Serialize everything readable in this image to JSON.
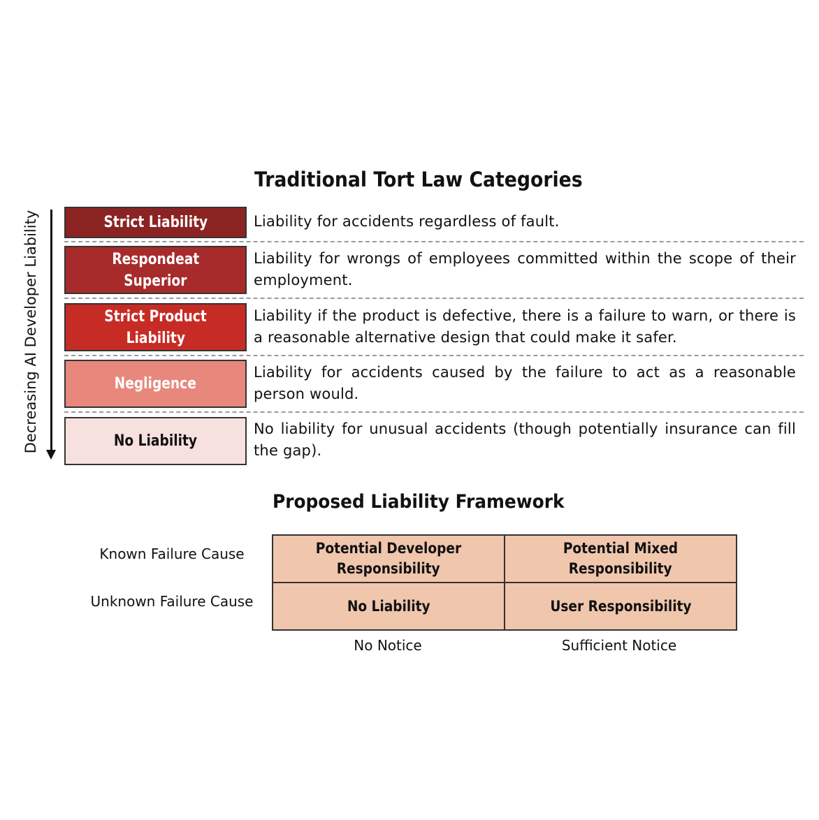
{
  "top": {
    "title": "Traditional Tort Law Categories",
    "axis_label": "Decreasing AI Developer Liability",
    "categories": [
      {
        "name_lines": [
          "Strict Liability"
        ],
        "description": "Liability for accidents regardless of fault.",
        "color": "#8b2323",
        "text_color": "#ffffff"
      },
      {
        "name_lines": [
          "Respondeat",
          "Superior"
        ],
        "description": "Liability for wrongs of employees committed within the scope of their employment.",
        "color": "#a82b2b",
        "text_color": "#ffffff"
      },
      {
        "name_lines": [
          "Strict Product",
          "Liability"
        ],
        "description": "Liability if the product is defective, there is a failure to warn, or there is a reasonable alternative design that could make it safer.",
        "color": "#c72b25",
        "text_color": "#ffffff"
      },
      {
        "name_lines": [
          "Negligence"
        ],
        "description": "Liability for accidents caused by the failure to act as a reasonable person would.",
        "color": "#e8877c",
        "text_color": "#ffffff"
      },
      {
        "name_lines": [
          "No Liability"
        ],
        "description": "No liability for unusual accidents (though potentially insurance can fill the gap).",
        "color": "#f7e1de",
        "text_color": "#111111"
      }
    ]
  },
  "framework": {
    "title": "Proposed Liability Framework",
    "row_labels": [
      "Known Failure Cause",
      "Unknown Failure Cause"
    ],
    "col_labels": [
      "No Notice",
      "Sufficient Notice"
    ],
    "cells": [
      [
        {
          "lines": [
            "Potential Developer",
            "Responsibility"
          ]
        },
        {
          "lines": [
            "Potential Mixed",
            "Responsibility"
          ]
        }
      ],
      [
        {
          "lines": [
            "No Liability"
          ]
        },
        {
          "lines": [
            "User Responsibility"
          ]
        }
      ]
    ],
    "cell_color": "#f0c6ad"
  }
}
